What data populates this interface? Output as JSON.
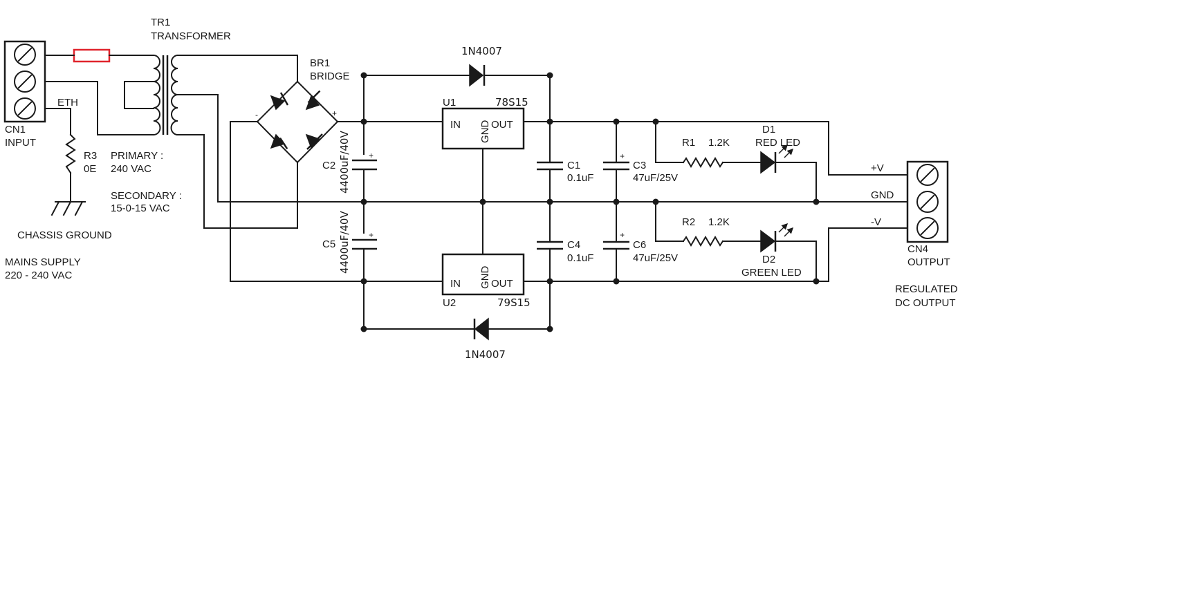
{
  "labels": {
    "tr1": "TR1",
    "transformer": "TRANSFORMER",
    "cn1": "CN1",
    "input": "INPUT",
    "eth": "ETH",
    "r3": "R3",
    "r3_value": "0E",
    "primary": "PRIMARY :",
    "primary_value": "240 VAC",
    "secondary": "SECONDARY :",
    "secondary_value": "15-0-15 VAC",
    "chassis_ground": "CHASSIS GROUND",
    "mains_supply": "MAINS SUPPLY",
    "mains_value": "220 - 240 VAC",
    "br1": "BR1",
    "bridge": "BRIDGE",
    "bridge_minus": "-",
    "bridge_plus": "+",
    "diode_top": "1N4007",
    "diode_bottom": "1N4007",
    "u1": "U1",
    "u1_part": "78S15",
    "u2": "U2",
    "u2_part": "79S15",
    "pin_in": "IN",
    "pin_out": "OUT",
    "pin_gnd": "GND",
    "c2": "C2",
    "c2_value": "4400uF/40V",
    "c5": "C5",
    "c5_value": "4400uF/40V",
    "c1": "C1",
    "c1_value": "0.1uF",
    "c4": "C4",
    "c4_value": "0.1uF",
    "c3": "C3",
    "c3_value": "47uF/25V",
    "c6": "C6",
    "c6_value": "47uF/25V",
    "cap_plus": "+",
    "r1": "R1",
    "r1_value": "1.2K",
    "r2": "R2",
    "r2_value": "1.2K",
    "d1": "D1",
    "d1_desc": "RED LED",
    "d2": "D2",
    "d2_desc": "GREEN LED",
    "plus_v": "+V",
    "gnd": "GND",
    "minus_v": "-V",
    "cn4": "CN4",
    "output": "OUTPUT",
    "regulated": "REGULATED",
    "dc_output": "DC OUTPUT"
  },
  "colors": {
    "wire": "#1a1a1a",
    "fuse": "#e0242c",
    "background": "#ffffff"
  }
}
